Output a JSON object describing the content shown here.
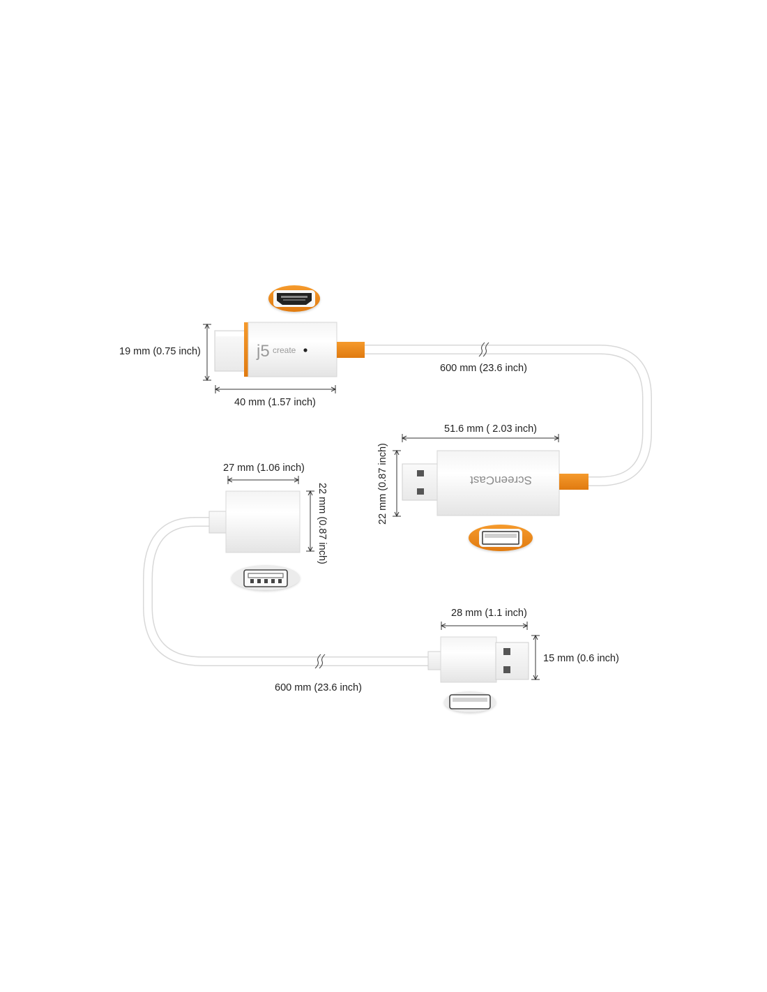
{
  "diagram": {
    "colors": {
      "accent": "#f08a1c",
      "body": "#ffffff",
      "body_shade": "#e6e6e6",
      "cable": "#ffffff",
      "cable_edge": "#d9d9d9",
      "dim_line": "#333333",
      "text": "#222222"
    },
    "hdmi_module": {
      "brand_main": "j5",
      "brand_sub": "create",
      "height_label": "19 mm (0.75 inch)",
      "length_label": "40 mm (1.57 inch)",
      "port_icon": "hdmi-port-icon"
    },
    "upper_cable": {
      "length_label": "600 mm (23.6 inch)"
    },
    "usb_module": {
      "product_text": "ScreenCast",
      "length_label": "51.6 mm ( 2.03 inch)",
      "height_label": "22 mm (0.87 inch)",
      "port_icon": "usb-a-port-icon"
    },
    "female_usb_end": {
      "width_label": "27 mm (1.06 inch)",
      "height_label": "22 mm (0.87 inch)",
      "port_icon": "usb-a-female-port-icon"
    },
    "male_usb_end": {
      "width_label": "28 mm (1.1 inch)",
      "height_label": "15 mm (0.6 inch)",
      "port_icon": "usb-a-male-port-icon"
    },
    "lower_cable": {
      "length_label": "600 mm (23.6 inch)"
    }
  }
}
